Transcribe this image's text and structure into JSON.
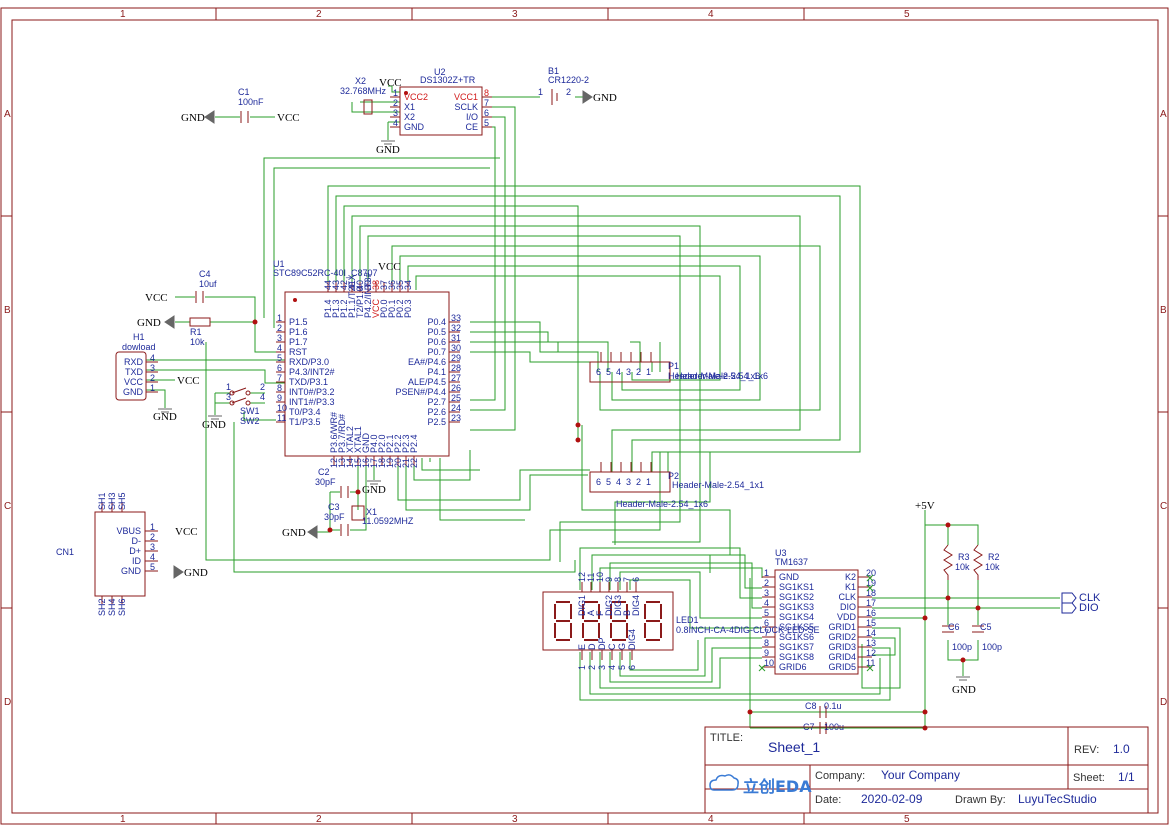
{
  "zones": {
    "cols": [
      "1",
      "2",
      "3",
      "4",
      "5"
    ],
    "rows": [
      "A",
      "B",
      "C",
      "D"
    ]
  },
  "u1": {
    "ref": "U1",
    "part": "STC89C52RC-40I_C8707",
    "left_pins": [
      [
        "1",
        "P1.5"
      ],
      [
        "2",
        "P1.6"
      ],
      [
        "3",
        "P1.7"
      ],
      [
        "4",
        "RST"
      ],
      [
        "5",
        "RXD/P3.0"
      ],
      [
        "6",
        "P4.3/INT2#"
      ],
      [
        "7",
        "TXD/P3.1"
      ],
      [
        "8",
        "INT0#/P3.2"
      ],
      [
        "9",
        "INT1#/P3.3"
      ],
      [
        "10",
        "T0/P3.4"
      ],
      [
        "11",
        "T1/P3.5"
      ]
    ],
    "right_pins": [
      [
        "33",
        "P0.4"
      ],
      [
        "32",
        "P0.5"
      ],
      [
        "31",
        "P0.6"
      ],
      [
        "30",
        "P0.7"
      ],
      [
        "29",
        "EA#/P4.6"
      ],
      [
        "28",
        "P4.1"
      ],
      [
        "27",
        "ALE/P4.5"
      ],
      [
        "26",
        "PSEN#/P4.4"
      ],
      [
        "25",
        "P2.7"
      ],
      [
        "24",
        "P2.6"
      ],
      [
        "23",
        "P2.5"
      ]
    ],
    "top_pins": [
      [
        "44",
        "P1.4"
      ],
      [
        "43",
        "P1.3"
      ],
      [
        "42",
        "P1.2"
      ],
      [
        "41",
        "P1.1/T2EX"
      ],
      [
        "40",
        "T2/P1.0"
      ],
      [
        "39",
        "P4.2/INT3#"
      ],
      [
        "38",
        "VCC"
      ],
      [
        "37",
        "P0.0"
      ],
      [
        "36",
        "P0.1"
      ],
      [
        "35",
        "P0.2"
      ],
      [
        "34",
        "P0.3"
      ]
    ],
    "bottom_pins": [
      [
        "12",
        "P3.6/WR#"
      ],
      [
        "13",
        "P3.7/RD#"
      ],
      [
        "14",
        "XTAL2"
      ],
      [
        "15",
        "XTAL1"
      ],
      [
        "16",
        "GND"
      ],
      [
        "17",
        "P4.0"
      ],
      [
        "18",
        "P2.0"
      ],
      [
        "19",
        "P2.1"
      ],
      [
        "20",
        "P2.2"
      ],
      [
        "21",
        "P2.3"
      ],
      [
        "22",
        "P2.4"
      ]
    ]
  },
  "u2": {
    "ref": "U2",
    "part": "DS1302Z+TR",
    "left_pins": [
      [
        "1",
        "VCC2"
      ],
      [
        "2",
        "X1"
      ],
      [
        "3",
        "X2"
      ],
      [
        "4",
        "GND"
      ]
    ],
    "right_pins": [
      [
        "8",
        "VCC1"
      ],
      [
        "7",
        "SCLK"
      ],
      [
        "6",
        "I/O"
      ],
      [
        "5",
        "CE"
      ]
    ]
  },
  "u3": {
    "ref": "U3",
    "part": "TM1637",
    "left_pins": [
      [
        "1",
        "GND"
      ],
      [
        "2",
        "SG1KS1"
      ],
      [
        "3",
        "SG1KS2"
      ],
      [
        "4",
        "SG1KS3"
      ],
      [
        "5",
        "SG1KS4"
      ],
      [
        "6",
        "SG1KS5"
      ],
      [
        "7",
        "SG1KS6"
      ],
      [
        "8",
        "SG1KS7"
      ],
      [
        "9",
        "SG1KS8"
      ],
      [
        "10",
        "GRID6"
      ]
    ],
    "right_pins": [
      [
        "20",
        "K2"
      ],
      [
        "19",
        "K1"
      ],
      [
        "18",
        "CLK"
      ],
      [
        "17",
        "DIO"
      ],
      [
        "16",
        "VDD"
      ],
      [
        "15",
        "GRID1"
      ],
      [
        "14",
        "GRID2"
      ],
      [
        "13",
        "GRID3"
      ],
      [
        "12",
        "GRID4"
      ],
      [
        "11",
        "GRID5"
      ]
    ]
  },
  "h1": {
    "ref": "H1",
    "name": "dowload",
    "pins": [
      [
        "4",
        "RXD"
      ],
      [
        "3",
        "TXD"
      ],
      [
        "2",
        "VCC"
      ],
      [
        "1",
        "GND"
      ]
    ]
  },
  "cn1": {
    "ref": "CN1",
    "pins": [
      [
        "1",
        "VBUS"
      ],
      [
        "2",
        "D-"
      ],
      [
        "3",
        "D+"
      ],
      [
        "4",
        "ID"
      ],
      [
        "5",
        "GND"
      ]
    ],
    "top_pins": [
      "SH1",
      "SH3",
      "SH5"
    ],
    "bottom_pins": [
      "SH2",
      "SH4",
      "SH6"
    ]
  },
  "p1": {
    "ref": "P1",
    "part": "Header-Male-2.54_1x6",
    "pins": [
      "6",
      "5",
      "4",
      "3",
      "2",
      "1"
    ]
  },
  "p2": {
    "ref": "P2",
    "part": "Header-Male-2.54_1x1",
    "footprint": "Header-Male-2.54_1x6",
    "pins": [
      "6",
      "5",
      "4",
      "3",
      "2",
      "1"
    ]
  },
  "led1": {
    "ref": "LED1",
    "part": "0.8INCH-CA-4DIG-CLOCK-LED-SE",
    "top_pins": [
      [
        "12",
        "DIG1"
      ],
      [
        "11",
        "A"
      ],
      [
        "10",
        "F"
      ],
      [
        "9",
        "DIG2"
      ],
      [
        "8",
        "DIG3"
      ],
      [
        "7",
        "B"
      ],
      [
        "6",
        "DIG4"
      ]
    ],
    "bottom_pins": [
      [
        "1",
        "E"
      ],
      [
        "2",
        "D"
      ],
      [
        "3",
        "DP"
      ],
      [
        "4",
        "C"
      ],
      [
        "5",
        "G"
      ],
      [
        "6",
        "DIG4"
      ]
    ]
  },
  "components": {
    "c1": {
      "ref": "C1",
      "value": "100nF"
    },
    "c2": {
      "ref": "C2",
      "value": "30pF"
    },
    "c3": {
      "ref": "C3",
      "value": "30pF"
    },
    "c4": {
      "ref": "C4",
      "value": "10uf"
    },
    "c5": {
      "ref": "C5",
      "value": "100p"
    },
    "c6": {
      "ref": "C6",
      "value": "100p"
    },
    "c7": {
      "ref": "C7",
      "value": "100u"
    },
    "c8": {
      "ref": "C8",
      "value": "0.1u"
    },
    "r1": {
      "ref": "R1",
      "value": "10k"
    },
    "r2": {
      "ref": "R2",
      "value": "10k"
    },
    "r3": {
      "ref": "R3",
      "value": "10k"
    },
    "x1": {
      "ref": "X1",
      "value": "11.0592MHZ"
    },
    "x2": {
      "ref": "X2",
      "value": "32.768MHz"
    },
    "b1": {
      "ref": "B1",
      "value": "CR1220-2"
    },
    "sw1": {
      "ref": "SW1",
      "value": "SW2"
    }
  },
  "nets": {
    "vcc": "VCC",
    "gnd": "GND",
    "p5v": "+5V",
    "clk": "CLK",
    "dio": "DIO"
  },
  "title_block": {
    "title_label": "TITLE:",
    "title": "Sheet_1",
    "rev_label": "REV:",
    "rev": "1.0",
    "company_label": "Company:",
    "company": "Your Company",
    "sheet_label": "Sheet:",
    "sheet": "1/1",
    "date_label": "Date:",
    "date": "2020-02-09",
    "drawn_label": "Drawn By:",
    "drawn": "LuyuTecStudio",
    "logo_text": "立创EDA"
  },
  "colors": {
    "border": "#8b1a1a",
    "wire": "#2a9d2a",
    "text": "#1e2a9a",
    "power": "#d11a1a"
  }
}
